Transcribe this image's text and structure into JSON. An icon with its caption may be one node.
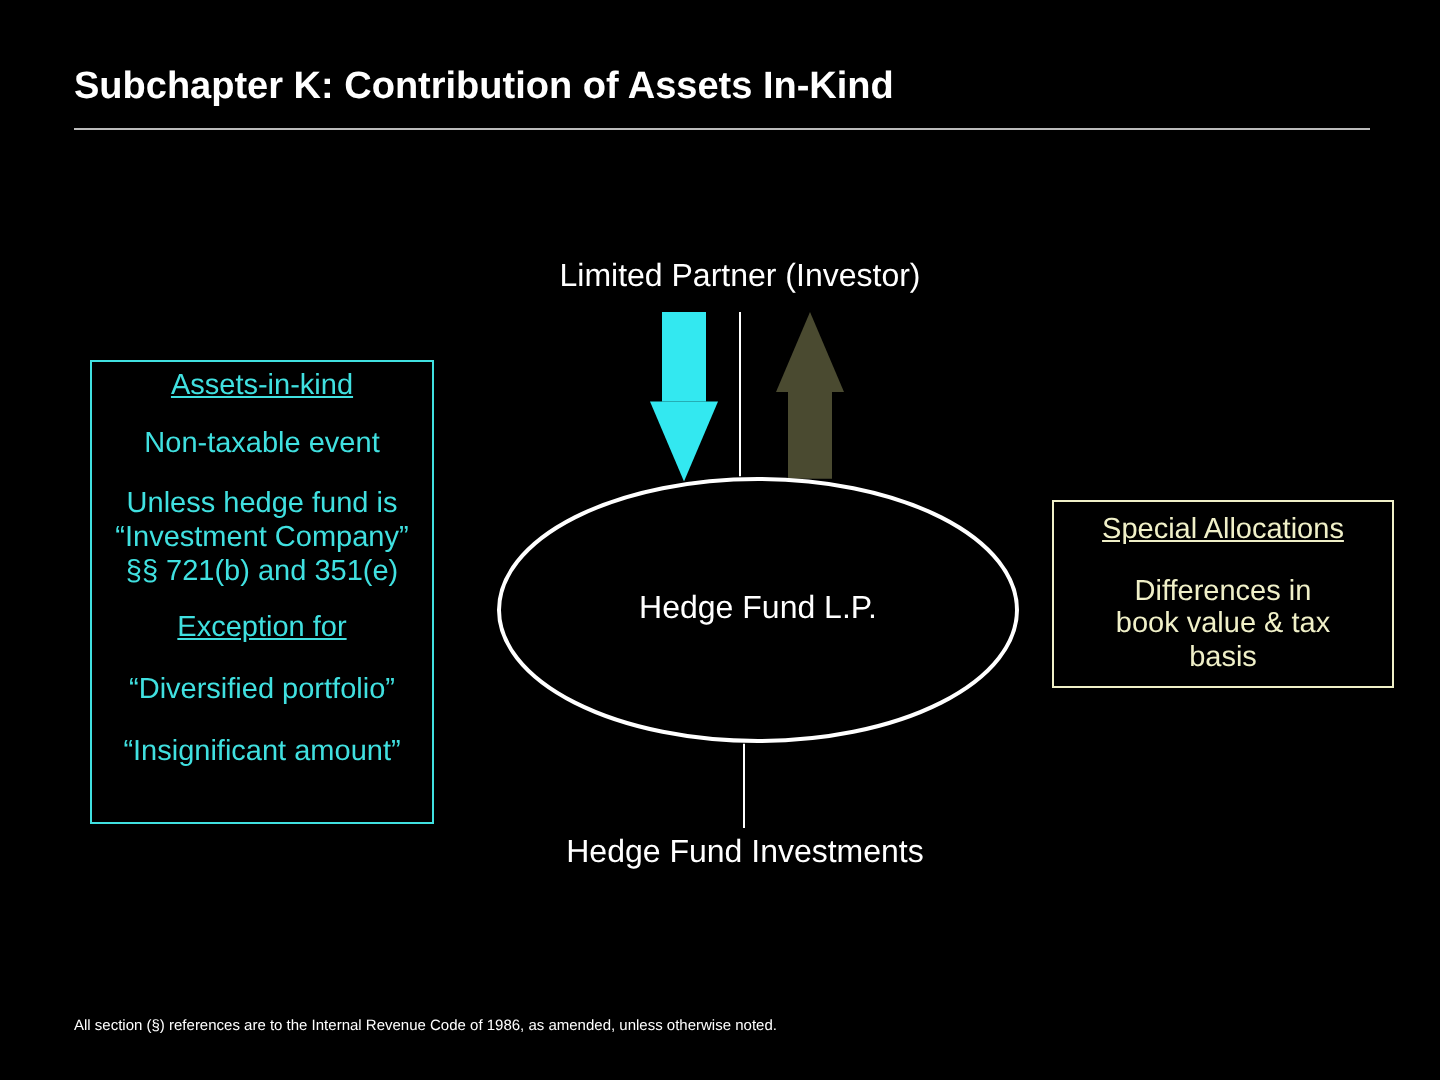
{
  "diagram": {
    "title": "Subchapter K: Contribution of Assets In-Kind",
    "nodes": [
      {
        "text": [
          "Limited Partner (Investor)"
        ]
      },
      {
        "text": [
          "Assets-in-kind",
          "Non-taxable event",
          "Unless hedge fund is “Investment Company” §§ 721(b) and 351(e)",
          "Exception for",
          "“Diversified portfolio”",
          "“Insignificant amount”"
        ]
      },
      {
        "text": [
          "Hedge Fund L.P."
        ]
      },
      {
        "text": [
          "Special Allocations",
          "Differences in book value & tax basis"
        ]
      },
      {
        "text": [
          "Hedge Fund Investments"
        ]
      }
    ],
    "edges": [
      {
        "from": 0,
        "to": 2,
        "arrow": "to",
        "style": "thick",
        "color": "#33e8f0"
      },
      {
        "from": 0,
        "to": 2,
        "arrow": "none"
      },
      {
        "from": 2,
        "to": 0,
        "arrow": "to",
        "style": "thick",
        "color": "#4a4a30"
      },
      {
        "from": 2,
        "to": 4,
        "arrow": "none"
      }
    ],
    "labels": [
      "All section (§) references are to the Internal Revenue Code of 1986, as amended, unless otherwise noted."
    ]
  }
}
